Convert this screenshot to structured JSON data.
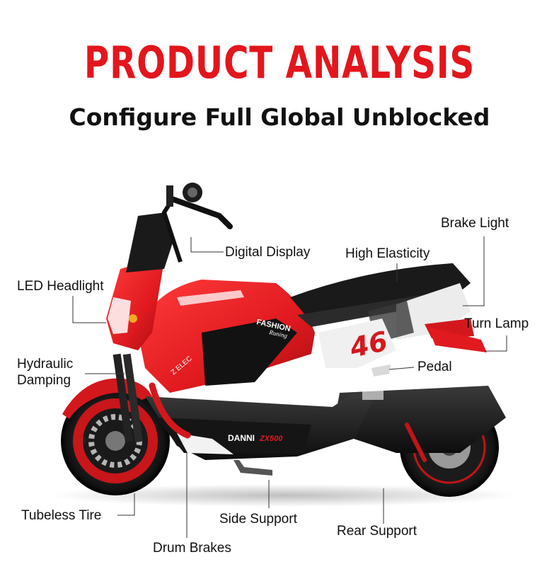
{
  "header": {
    "title": "PRODUCT ANALYSIS",
    "subtitle": "Configure Full Global Unblocked"
  },
  "product": {
    "tank_text": "FASHION",
    "tank_subtext": "Runing",
    "side_text": "Z ELEC",
    "model_name": "DANNI",
    "model_code": "ZX500",
    "number": "46"
  },
  "callouts": {
    "brake_light": "Brake Light",
    "digital_display": "Digital Display",
    "high_elasticity": "High Elasticity",
    "led_headlight": "LED Headlight",
    "turn_lamp": "Turn Lamp",
    "hydraulic_damping_line1": "Hydraulic",
    "hydraulic_damping_line2": "Damping",
    "pedal": "Pedal",
    "tubeless_tire": "Tubeless Tire",
    "side_support": "Side Support",
    "rear_support": "Rear Support",
    "drum_brakes": "Drum Brakes"
  },
  "colors": {
    "accent": "#e3161c",
    "body_red": "#e01a1f",
    "body_black": "#1a1a1a",
    "text": "#111111",
    "leader_line": "#333333"
  }
}
